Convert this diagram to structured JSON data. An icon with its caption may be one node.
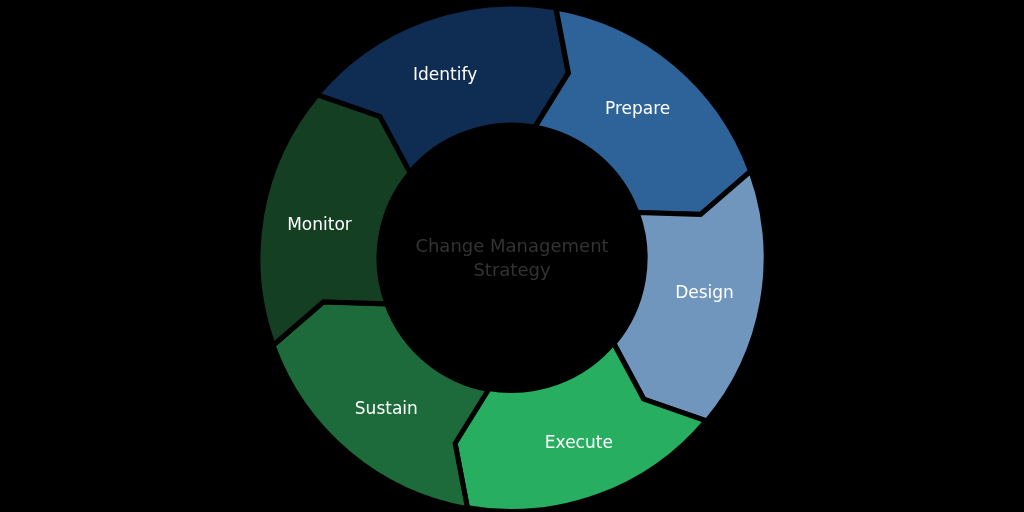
{
  "diagram": {
    "nodes": [
      {
        "text": [
          "Identify"
        ]
      },
      {
        "text": [
          "Prepare"
        ]
      },
      {
        "text": [
          "Design"
        ]
      },
      {
        "text": [
          "Execute"
        ]
      },
      {
        "text": [
          "Sustain"
        ]
      },
      {
        "text": [
          "Monitor"
        ]
      },
      {
        "text": [
          "Change Management Strategy"
        ]
      }
    ]
  }
}
